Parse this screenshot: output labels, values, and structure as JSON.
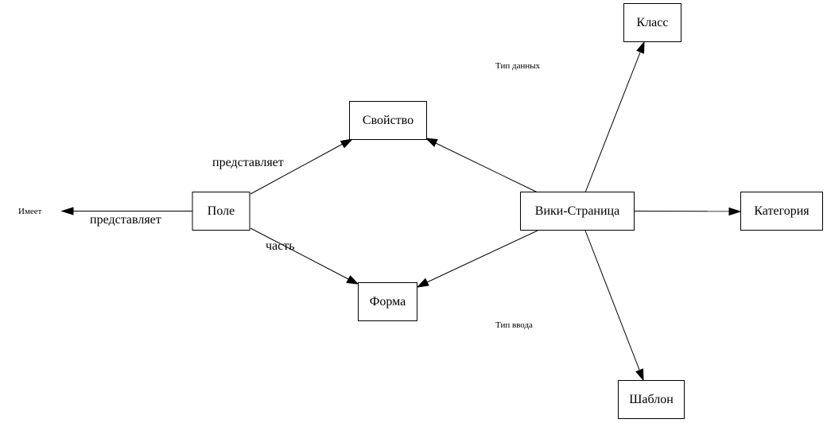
{
  "diagram": {
    "type": "directed-graph",
    "nodes": {
      "field": "Поле",
      "property": "Свойство",
      "form": "Форма",
      "wiki_page": "Вики-Страница",
      "class": "Класс",
      "category": "Категория",
      "template": "Шаблон",
      "has": "Имеет"
    },
    "edges": [
      {
        "from": "field",
        "to": "has",
        "label": "представляет"
      },
      {
        "from": "field",
        "to": "property",
        "label": "представляет"
      },
      {
        "from": "field",
        "to": "form",
        "label": "часть"
      },
      {
        "from": "wiki_page",
        "to": "property",
        "label": ""
      },
      {
        "from": "wiki_page",
        "to": "form",
        "label": ""
      },
      {
        "from": "wiki_page",
        "to": "class",
        "label": ""
      },
      {
        "from": "wiki_page",
        "to": "category",
        "label": ""
      },
      {
        "from": "wiki_page",
        "to": "template",
        "label": ""
      }
    ],
    "free_labels": {
      "data_type": "Тип данных",
      "input_type": "Тип ввода"
    }
  }
}
